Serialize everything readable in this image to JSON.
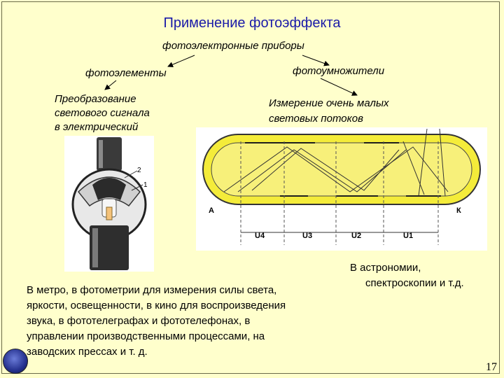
{
  "title": "Применение фотоэффекта",
  "root_label": "фотоэлектронные приборы",
  "left_branch": {
    "label": "фотоэлементы",
    "description": [
      "Преобразование",
      "светового сигнала",
      "в электрический"
    ]
  },
  "right_branch": {
    "label": "фотоумножители",
    "description": [
      "Измерение очень малых",
      "световых потоков"
    ]
  },
  "photocell_figure": {
    "labels": [
      "2",
      "1"
    ]
  },
  "multiplier_figure": {
    "anode_label": "А",
    "cathode_label": "К",
    "voltages": [
      "U4",
      "U3",
      "U2",
      "U1"
    ]
  },
  "astronomy_text": [
    "В астрономии,",
    "спектроскопии и т.д."
  ],
  "uses_text": [
    "В метро, в фотометрии для измерения силы света,",
    "яркости, освещенности, в кино для воспроизведения",
    "звука, в фототелеграфах и фототелефонах,  в",
    "управлении производственными процессами, на",
    "заводских прессах и т. д."
  ],
  "page_number": "17"
}
